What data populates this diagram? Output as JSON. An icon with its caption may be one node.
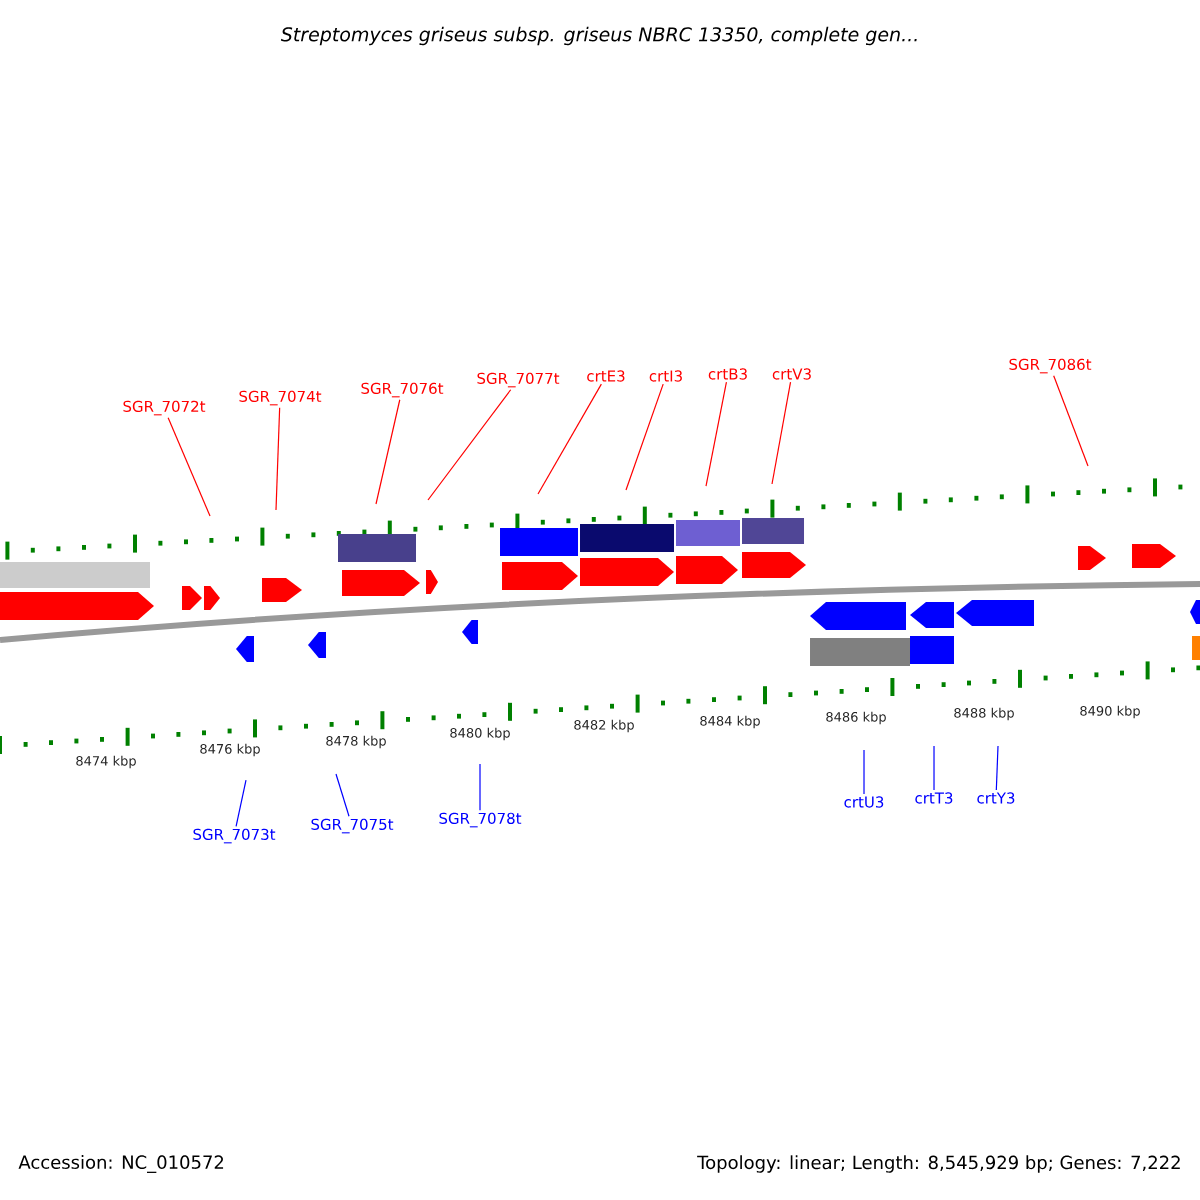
{
  "diagram": {
    "title": "Streptomyces griseus subsp. griseus NBRC 13350, complete gen...",
    "nodes": [
      {
        "text": [
          "SGR_7072t"
        ]
      },
      {
        "text": [
          "SGR_7074t"
        ]
      },
      {
        "text": [
          "SGR_7076t"
        ]
      },
      {
        "text": [
          "SGR_7077t"
        ]
      },
      {
        "text": [
          "crtE3"
        ]
      },
      {
        "text": [
          "crtI3"
        ]
      },
      {
        "text": [
          "crtB3"
        ]
      },
      {
        "text": [
          "crtV3"
        ]
      },
      {
        "text": [
          "SGR_7086t"
        ]
      },
      {
        "text": [
          "SGR_7073t"
        ]
      },
      {
        "text": [
          "SGR_7075t"
        ]
      },
      {
        "text": [
          "SGR_7078t"
        ]
      },
      {
        "text": [
          "crtU3"
        ]
      },
      {
        "text": [
          "crtT3"
        ]
      },
      {
        "text": [
          "crtY3"
        ]
      }
    ],
    "edges": [
      {
        "from": 0,
        "to": null,
        "arrow": "none"
      },
      {
        "from": 1,
        "to": null,
        "arrow": "none"
      },
      {
        "from": 2,
        "to": null,
        "arrow": "none"
      },
      {
        "from": 3,
        "to": null,
        "arrow": "none"
      },
      {
        "from": 4,
        "to": null,
        "arrow": "none"
      },
      {
        "from": 5,
        "to": null,
        "arrow": "none"
      },
      {
        "from": 6,
        "to": null,
        "arrow": "none"
      },
      {
        "from": 7,
        "to": null,
        "arrow": "none"
      },
      {
        "from": 8,
        "to": null,
        "arrow": "none"
      },
      {
        "from": 9,
        "to": null,
        "arrow": "none",
        "color": "#0000ff"
      },
      {
        "from": 10,
        "to": null,
        "arrow": "none",
        "color": "#0000ff"
      },
      {
        "from": 11,
        "to": null,
        "arrow": "none",
        "color": "#0000ff"
      },
      {
        "from": 12,
        "to": null,
        "arrow": "none",
        "color": "#0000ff"
      },
      {
        "from": 13,
        "to": null,
        "arrow": "none",
        "color": "#0000ff"
      },
      {
        "from": 14,
        "to": null,
        "arrow": "none",
        "color": "#0000ff"
      }
    ],
    "labels": [
      "8474 kbp",
      "8476 kbp",
      "8478 kbp",
      "8480 kbp",
      "8482 kbp",
      "8484 kbp",
      "8486 kbp",
      "8488 kbp",
      "8490 kbp",
      "Accession: NC_010572",
      "Topology: linear; Length: 8,545,929 bp; Genes: 7,222"
    ]
  }
}
